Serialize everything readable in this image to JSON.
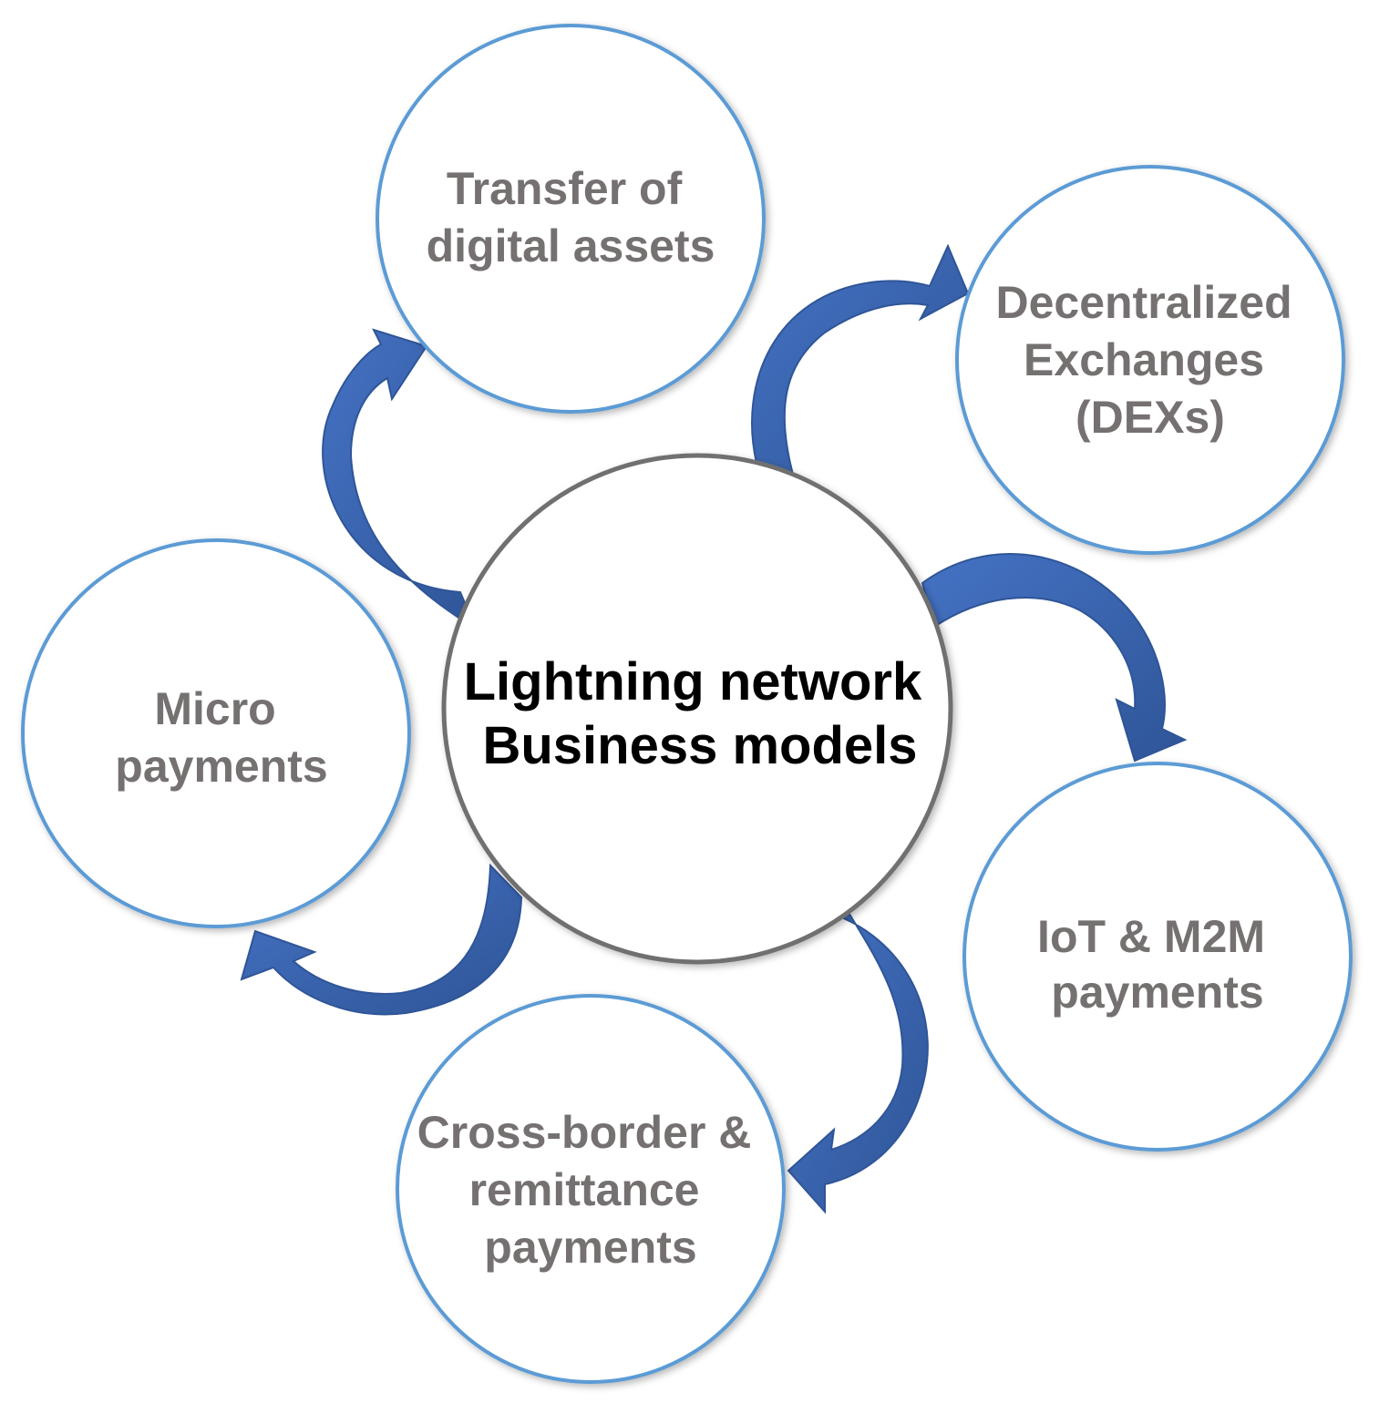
{
  "center": {
    "lines": [
      "Lightning network",
      "Business models"
    ]
  },
  "nodes": [
    {
      "id": "transfer",
      "lines": [
        "Transfer of",
        "digital assets"
      ]
    },
    {
      "id": "dex",
      "lines": [
        "Decentralized",
        "Exchanges",
        "(DEXs)"
      ]
    },
    {
      "id": "iot",
      "lines": [
        "IoT & M2M",
        "payments"
      ]
    },
    {
      "id": "crossborder",
      "lines": [
        "Cross-border &",
        "remittance",
        "payments"
      ]
    },
    {
      "id": "micro",
      "lines": [
        "Micro",
        "payments"
      ]
    }
  ],
  "colors": {
    "node_outline": "#5b9bd5",
    "center_outline": "#6f6f6f",
    "node_text": "#767171",
    "center_text": "#000000",
    "arrow_fill": "#4472c4",
    "arrow_dark": "#2f5597"
  }
}
